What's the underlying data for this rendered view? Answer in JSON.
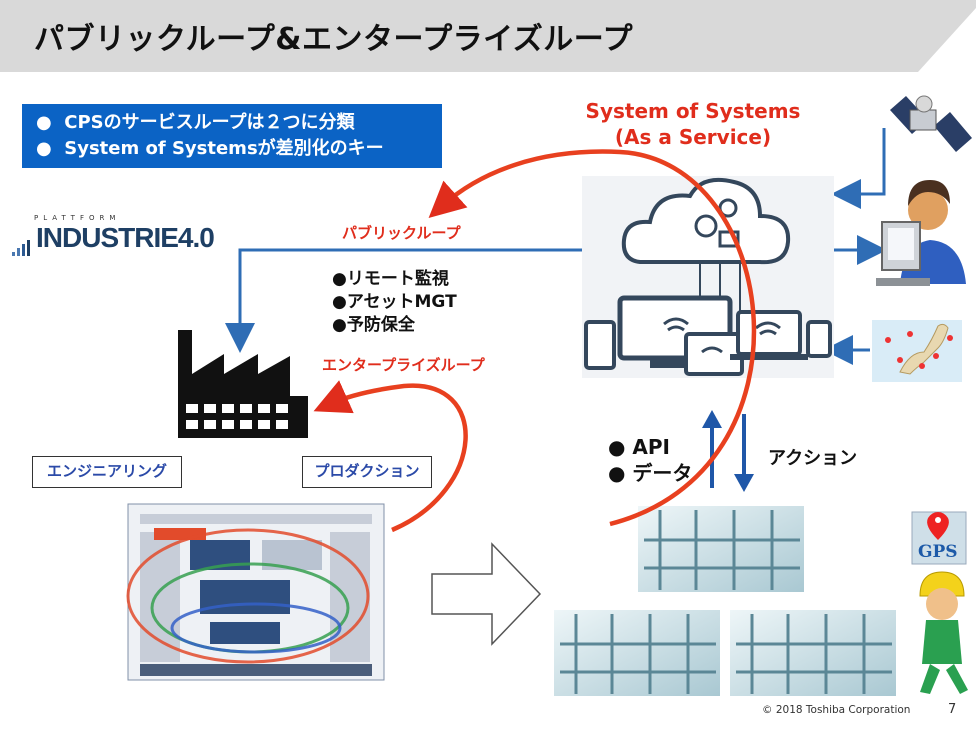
{
  "title": "パブリックループ&エンタープライズループ",
  "summary": {
    "bullet1": "CPSのサービスループは２つに分類",
    "bullet2": "System of Systemsが差別化のキー"
  },
  "sos": {
    "line1": "System of Systems",
    "line2": "(As a Service)"
  },
  "logo": {
    "small": "PLATTFORM",
    "big": "INDUSTRIE4.0"
  },
  "public_loop_label": "パブリックループ",
  "enterprise_loop_label": "エンタープライズループ",
  "functions": [
    "●リモート監視",
    "●アセットMGT",
    "●予防保全"
  ],
  "tags": {
    "engineering": "エンジニアリング",
    "production": "プロダクション"
  },
  "data_flow": {
    "api": "●  API",
    "data": "●  データ",
    "action": "アクション"
  },
  "gps": "GPS",
  "footer": "© 2018 Toshiba Corporation",
  "page_number": "7",
  "colors": {
    "accent_red": "#e02d1c",
    "blue": "#0b63c5",
    "arrow_blue": "#2f6db5",
    "title_bar": "#d9d9d9"
  }
}
